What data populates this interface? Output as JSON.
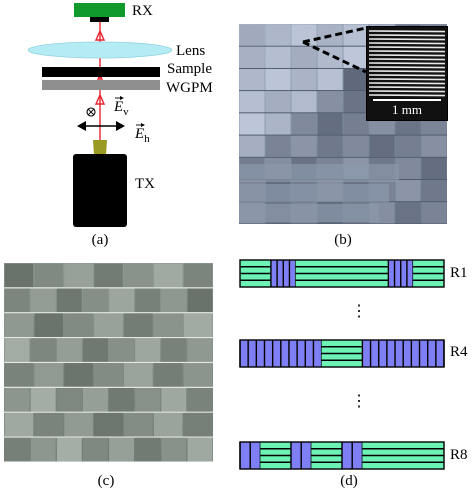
{
  "figure": {
    "panel_a": {
      "caption": "(a)",
      "labels": {
        "rx": "RX",
        "lens": "Lens",
        "sample": "Sample",
        "wgpm": "WGPM",
        "ev_sym": "E",
        "ev_sub": "v",
        "eh_sym": "E",
        "eh_sub": "h",
        "tx": "TX"
      }
    },
    "panel_b": {
      "caption": "(b)",
      "scale_bar": "1 mm"
    },
    "panel_c": {
      "caption": "(c)"
    },
    "panel_d": {
      "caption": "(d)",
      "dots": "⋮",
      "rows": [
        {
          "label": "R1",
          "pattern": [
            [
              "G",
              5
            ],
            [
              "B",
              4
            ],
            [
              "G",
              15
            ],
            [
              "B",
              4
            ],
            [
              "G",
              5
            ]
          ]
        },
        {
          "label": "R4",
          "pattern": [
            [
              "B",
              10
            ],
            [
              "G",
              5
            ],
            [
              "B",
              10
            ]
          ]
        },
        {
          "label": "R8",
          "pattern": [
            [
              "B",
              2
            ],
            [
              "G",
              3
            ],
            [
              "B",
              2
            ],
            [
              "G",
              3
            ],
            [
              "B",
              2
            ],
            [
              "G",
              8
            ]
          ]
        }
      ]
    },
    "colors": {
      "green_stripe": "#6cf2b4",
      "blue_stripe": "#7f7ff5",
      "rx_green": "#109a2c",
      "lens": "#b5ecf4",
      "tx_body": "#000000",
      "tx_tip": "#9a9a22",
      "beam": "#e8232e"
    }
  }
}
